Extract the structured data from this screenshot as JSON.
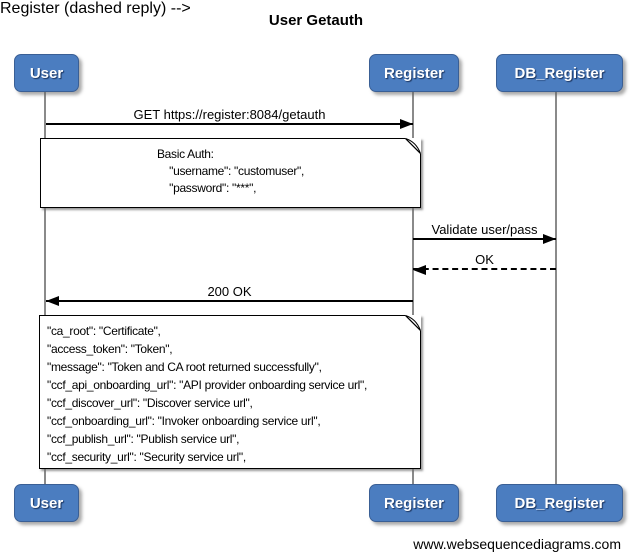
{
  "title": "User Getauth",
  "actors": [
    {
      "name": "User"
    },
    {
      "name": "Register"
    },
    {
      "name": "DB_Register"
    }
  ],
  "messages": [
    {
      "label": "GET https://register:8084/getauth",
      "from": "User",
      "to": "Register",
      "style": "solid"
    },
    {
      "label": "Validate user/pass",
      "from": "Register",
      "to": "DB_Register",
      "style": "solid"
    },
    {
      "label": "OK",
      "from": "DB_Register",
      "to": "Register",
      "style": "dashed"
    },
    {
      "label": "200 OK",
      "from": "Register",
      "to": "User",
      "style": "solid"
    }
  ],
  "notes": [
    {
      "text": "Basic Auth:\n    \"username\": \"customuser\",\n    \"password\": \"***\","
    },
    {
      "text": "\"ca_root\": \"Certificate\",\n\"access_token\": \"Token\",\n\"message\": \"Token and CA root returned successfully\",\n\"ccf_api_onboarding_url\": \"API provider onboarding service url\",\n\"ccf_discover_url\": \"Discover service url\",\n\"ccf_onboarding_url\": \"Invoker onboarding service url\",\n\"ccf_publish_url\": \"Publish service url\",\n\"ccf_security_url\": \"Security service url\","
    }
  ],
  "footer": "www.websequencediagrams.com",
  "colors": {
    "actor_fill": "#4b7dc0",
    "actor_border": "#3a5f95",
    "actor_text": "#ffffff",
    "lifeline": "#8a8a8a",
    "line": "#000000",
    "note_fill": "#ffffff",
    "background": "#ffffff"
  }
}
